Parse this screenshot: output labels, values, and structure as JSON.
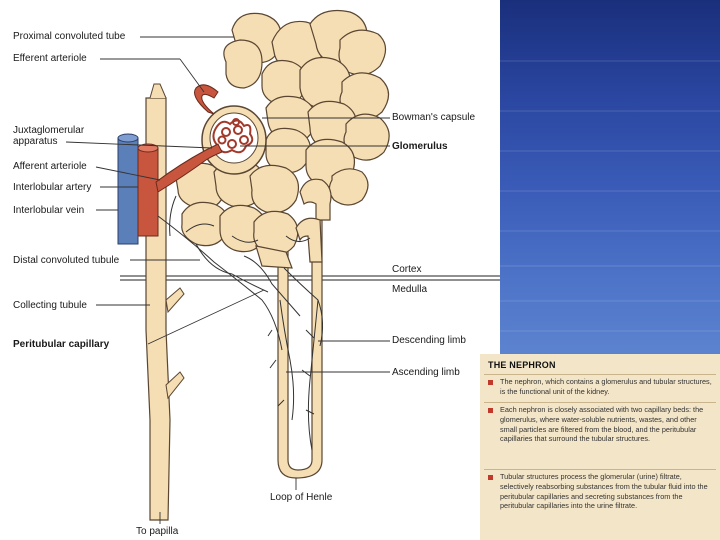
{
  "labels": {
    "proximal": "Proximal convoluted tube",
    "efferent": "Efferent arteriole",
    "juxta_1": "Juxtaglomerular",
    "juxta_2": "apparatus",
    "afferent": "Afferent arteriole",
    "interlobular_artery": "Interlobular artery",
    "interlobular_vein": "Interlobular vein",
    "distal": "Distal convoluted tubule",
    "collecting": "Collecting tubule",
    "peritubular": "Peritubular capillary",
    "to_papilla": "To papilla",
    "bowmans": "Bowman's capsule",
    "glomerulus": "Glomerulus",
    "cortex": "Cortex",
    "medulla": "Medulla",
    "descending": "Descending limb",
    "ascending": "Ascending limb",
    "loop": "Loop of Henle"
  },
  "sidebar": {
    "title": "THE NEPHRON",
    "points": [
      "The nephron, which contains a glomerulus and tubular structures, is the functional unit of the kidney.",
      "Each nephron is closely associated with two capillary beds: the glomerulus, where water-soluble nutrients, wastes, and other small particles are filtered from the blood, and the peritubular capillaries that surround the tubular structures.",
      "Tubular structures process the glomerular (urine) filtrate, selectively reabsorbing substances from the tubular fluid into the peritubular capillaries and secreting substances from the peritubular capillaries into the urine filtrate."
    ]
  },
  "colors": {
    "tubule": "#f5deb3",
    "tubule_outline": "#5a4632",
    "artery": "#c8553d",
    "vein": "#5b7fb8",
    "capillary": "#333333",
    "sea_top": "#1a2f7c",
    "sidebar_bg": "#f3e5c8",
    "bullet": "#c0392b"
  }
}
